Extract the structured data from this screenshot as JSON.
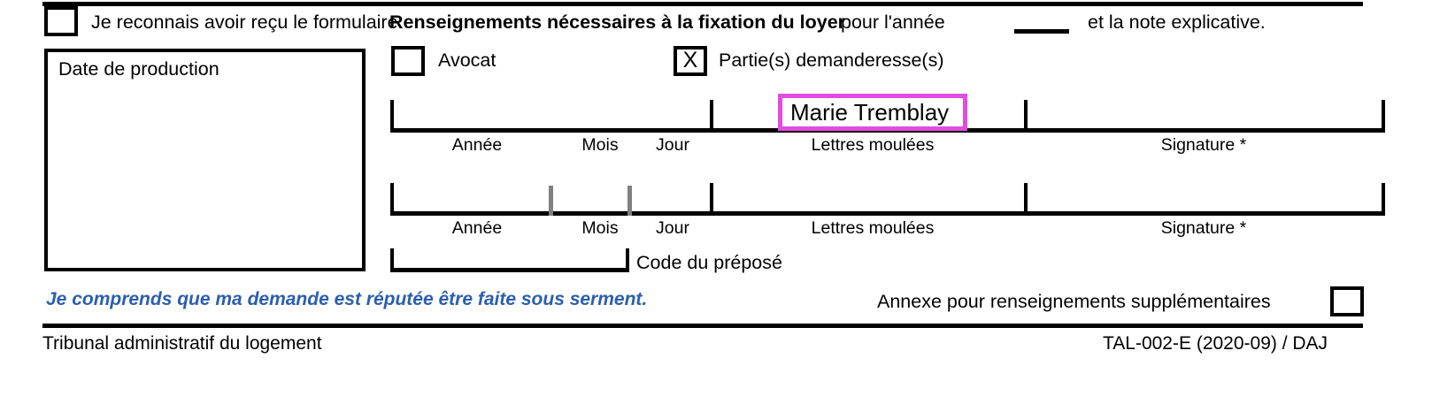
{
  "document": {
    "form_code": "TAL-002-E (2020-09) / DAJ",
    "organization": "Tribunal administratif du logement"
  },
  "acknowledgement": {
    "checkbox_mark": "",
    "text_before": "Je reconnais avoir reçu le formulaire",
    "text_bold": "Renseignements nécessaires à la fixation du loyer",
    "text_middle": "pour l'année",
    "year_blank_value": "",
    "text_after": "et la note explicative."
  },
  "production": {
    "box_label": "Date de production",
    "box_value": ""
  },
  "role": {
    "avocat": {
      "label": "Avocat",
      "mark": "",
      "checked": false
    },
    "partie": {
      "label": "Partie(s) demanderesse(s)",
      "mark": "X",
      "checked": true
    }
  },
  "signature_rows": [
    {
      "row_id": "row-1",
      "annee_value": "",
      "mois_value": "",
      "jour_value": "",
      "lettres_moulees_value": "Marie Tremblay",
      "lettres_moulees_highlighted": true,
      "signature_value": "",
      "labels": {
        "annee": "Année",
        "mois": "Mois",
        "jour": "Jour",
        "lettres_moulees": "Lettres moulées",
        "signature": "Signature *"
      }
    },
    {
      "row_id": "row-2",
      "annee_value": "",
      "mois_value": "",
      "jour_value": "",
      "lettres_moulees_value": "",
      "lettres_moulees_highlighted": false,
      "signature_value": "",
      "labels": {
        "annee": "Année",
        "mois": "Mois",
        "jour": "Jour",
        "lettres_moulees": "Lettres moulées",
        "signature": "Signature *"
      }
    }
  ],
  "code_prepose": {
    "label": "Code du préposé",
    "value": ""
  },
  "oath": {
    "text": "Je comprends que ma demande est réputée être faite sous serment."
  },
  "annexe": {
    "label": "Annexe pour renseignements supplémentaires",
    "mark": "",
    "checked": false
  },
  "colors": {
    "highlight": "#e24ce2",
    "oath_blue": "#2b5fad",
    "rule_black": "#000000",
    "tick_gray": "#808080"
  }
}
